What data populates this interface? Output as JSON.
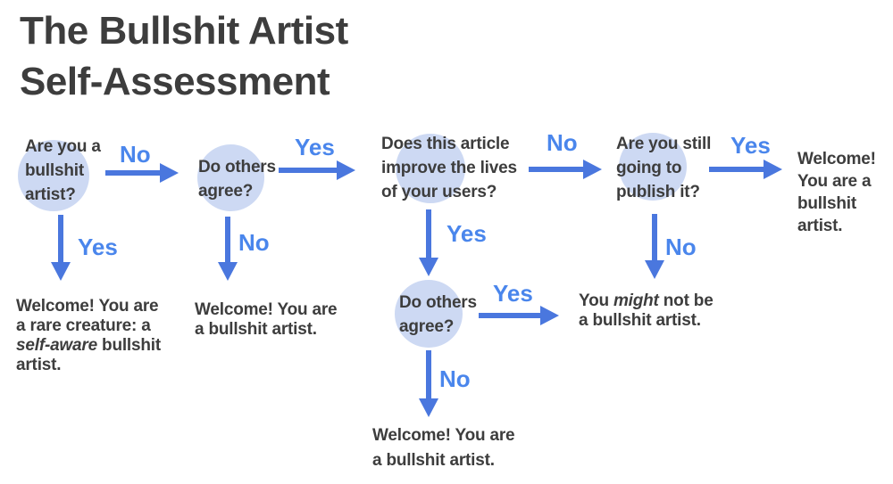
{
  "title": {
    "line1": "The Bullshit Artist",
    "line2": "Self-Assessment"
  },
  "labels": {
    "yes": "Yes",
    "no": "No"
  },
  "colors": {
    "background": "#ffffff",
    "text": "#3d3d3d",
    "circle": "#cdd9f3",
    "arrow": "#4a77de",
    "label": "#4a86ec"
  },
  "nodes": {
    "q1": {
      "line1": "Are you a",
      "line2": "bullshit",
      "line3": "artist?"
    },
    "q2": {
      "line1": "Do others",
      "line2": "agree?"
    },
    "q3": {
      "line1": "Does this article",
      "line2": "improve the lives",
      "line3": "of your users?"
    },
    "q4": {
      "line1": "Are you still",
      "line2": "going to",
      "line3": "publish it?"
    },
    "q5": {
      "line1": "Do others",
      "line2": "agree?"
    }
  },
  "terminals": {
    "self_aware": {
      "line1": "Welcome! You are",
      "line2": "a rare creature: a",
      "line3_italic": "self-aware",
      "line3_rest": " bullshit",
      "line4": "artist."
    },
    "left": {
      "line1": "Welcome! You are",
      "line2": "a bullshit artist."
    },
    "right": {
      "line1": "Welcome!",
      "line2": "You are a",
      "line3": "bullshit",
      "line4": "artist."
    },
    "might_not": {
      "line1_pre": "You ",
      "line1_italic": "might",
      "line1_post": " not be",
      "line2": "a bullshit artist."
    },
    "bottom": {
      "line1": "Welcome! You are",
      "line2": "a bullshit artist."
    }
  }
}
